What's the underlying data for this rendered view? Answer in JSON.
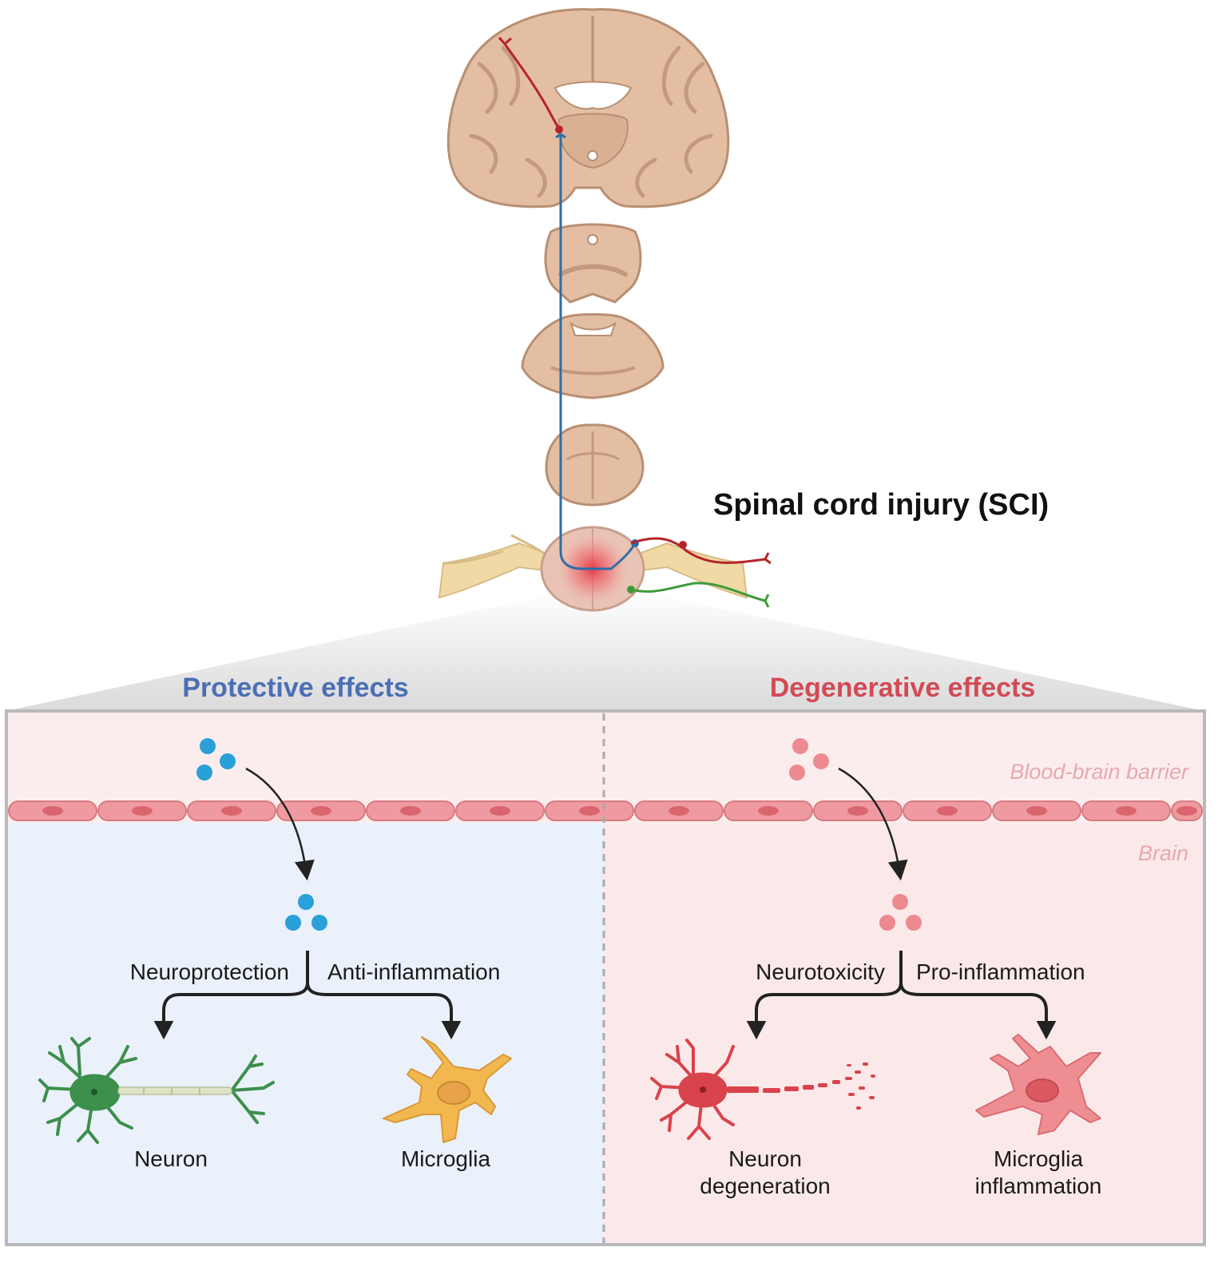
{
  "title": "Spinal cord injury (SCI)",
  "left_panel": {
    "heading": "Protective effects",
    "heading_color": "#4a6fb5",
    "branch_left": "Neuroprotection",
    "branch_right": "Anti-inflammation",
    "cell_left": "Neuron",
    "cell_right": "Microglia",
    "particle_color": "#2a9fd8"
  },
  "right_panel": {
    "heading": "Degenerative effects",
    "heading_color": "#d24a55",
    "branch_left": "Neurotoxicity",
    "branch_right": "Pro-inflammation",
    "cell_left_line1": "Neuron",
    "cell_left_line2": "degeneration",
    "cell_right_line1": "Microglia",
    "cell_right_line2": "inflammation",
    "particle_color": "#ec8a90"
  },
  "labels": {
    "bbb": "Blood-brain barrier",
    "brain": "Brain"
  },
  "colors": {
    "tissue": "#e8c4a8",
    "tissue_dark": "#c9a184",
    "pathway_blue": "#2c6ea8",
    "pathway_red": "#b5242a",
    "pathway_green": "#3f9a3a",
    "nerve": "#f0d9a4",
    "injury": "#e8343f",
    "neuron_green": "#3d8f4c",
    "microglia_orange": "#f2b74e",
    "neuron_red": "#d9434c",
    "microglia_pink": "#ef8e92"
  }
}
